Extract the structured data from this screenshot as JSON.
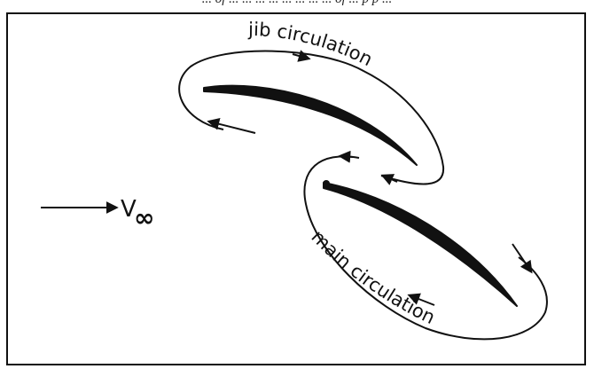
{
  "figure": {
    "header_fragment": "... of ... ... ... ... ... ... ... ... of ... p p ...",
    "labels": {
      "jib_circulation": "jib circulation",
      "main_circulation": "main circulation",
      "freestream_symbol": "V",
      "freestream_subscript": "∞"
    },
    "colors": {
      "ink": "#111111",
      "background": "#ffffff"
    }
  }
}
